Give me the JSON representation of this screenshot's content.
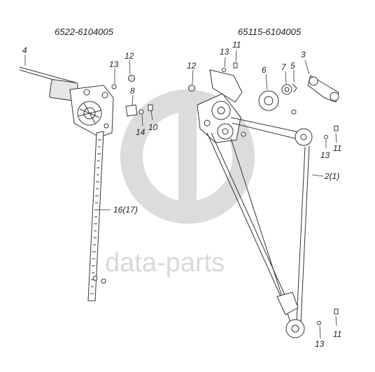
{
  "diagram": {
    "left_assembly": {
      "title": "6522-6104005"
    },
    "right_assembly": {
      "title": "65115-6104005"
    },
    "watermark": {
      "text": "data-parts"
    },
    "callouts": {
      "c4": "4",
      "c12a": "12",
      "c13a": "13",
      "c8": "8",
      "c14": "14",
      "c10": "10",
      "c16": "16(17)",
      "c13b": "13",
      "c11a": "11",
      "c12b": "12",
      "c6": "6",
      "c7": "7",
      "c5": "5",
      "c3": "3",
      "c13c": "13",
      "c11b": "11",
      "c2": "2(1)",
      "c13d": "13",
      "c11c": "11"
    }
  }
}
